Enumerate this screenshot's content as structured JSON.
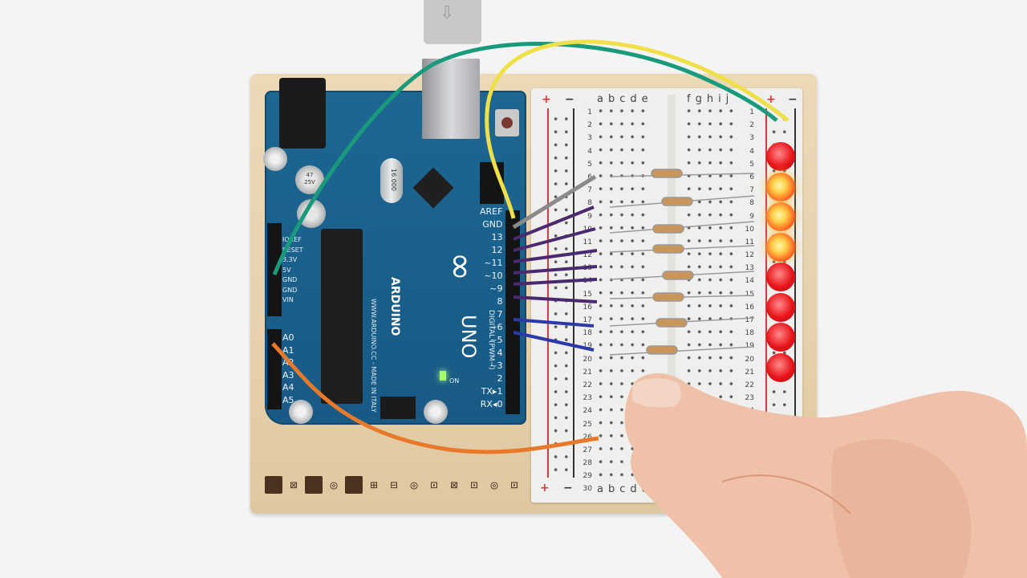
{
  "usb_glyph": "⇩",
  "arduino": {
    "brand": "ARDUINO",
    "model": "UNO",
    "website": "WWW.ARDUINO.CC - MADE IN ITALY",
    "digital_label": "DIGITAL (PWM~)",
    "on_label": "ON",
    "crystal_label": "16.000",
    "cap_label": "47 25V",
    "digital_pins": [
      "AREF",
      "GND",
      "13",
      "12",
      "~11",
      "~10",
      "~9",
      "8",
      "",
      "7",
      "~6",
      "~5",
      "4",
      "~3",
      "2",
      "TX▸1",
      "RX◂0"
    ],
    "power_pins": [
      "IOREF",
      "RESET",
      "3.3V",
      "5V",
      "GND",
      "GND",
      "VIN"
    ],
    "analog_pins": [
      "A0",
      "A1",
      "A2",
      "A3",
      "A4",
      "A5"
    ]
  },
  "breadboard": {
    "left_columns": "abcde",
    "right_columns": "fghij",
    "plus": "+",
    "minus": "−",
    "rows": [
      "1",
      "2",
      "3",
      "4",
      "5",
      "6",
      "7",
      "8",
      "9",
      "10",
      "11",
      "12",
      "13",
      "14",
      "15",
      "16",
      "17",
      "18",
      "19",
      "20",
      "21",
      "22",
      "23",
      "24",
      "25",
      "26",
      "27",
      "28",
      "29",
      "30"
    ]
  },
  "leds": [
    {
      "color": "#e8141a",
      "lit": false
    },
    {
      "color": "#ffb030",
      "lit": true
    },
    {
      "color": "#ffb030",
      "lit": true
    },
    {
      "color": "#ffb030",
      "lit": true
    },
    {
      "color": "#e8141a",
      "lit": false
    },
    {
      "color": "#e8141a",
      "lit": false
    },
    {
      "color": "#e8141a",
      "lit": false
    },
    {
      "color": "#e8141a",
      "lit": false
    }
  ],
  "wood_strip": [
    "▣",
    "⊠",
    "▣",
    "◎",
    "▣",
    "⊞",
    "⊟",
    "◎",
    "⊡",
    "⊠",
    "⊡",
    "◎",
    "⊡",
    "⊟"
  ],
  "colors": {
    "board": "#1a6591",
    "wood": "#e8d4ae",
    "breadboard": "#efefed",
    "wire_teal": "#1a9a7c",
    "wire_yellow": "#f0e040",
    "wire_purple": "#4a2a6e",
    "wire_blue": "#2c3aa8",
    "wire_orange": "#e8782a",
    "wire_gray": "#808080"
  }
}
